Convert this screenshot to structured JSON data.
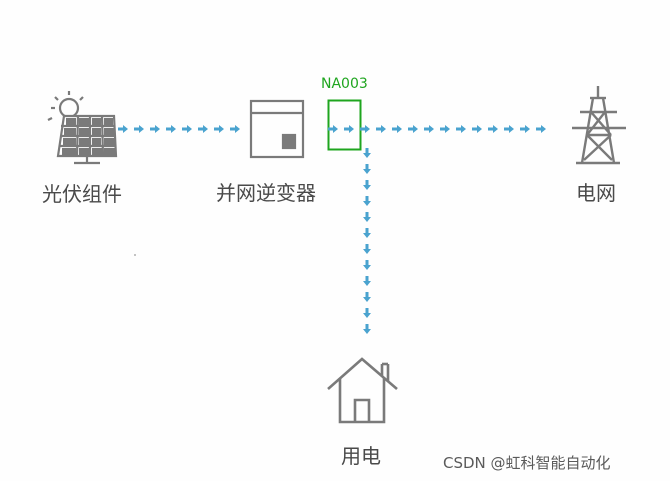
{
  "nodes": {
    "pv": {
      "label": "光伏组件",
      "icon": "solar-panel-icon"
    },
    "inverter": {
      "label": "并网逆变器",
      "icon": "inverter-icon"
    },
    "grid": {
      "label": "电网",
      "icon": "transmission-tower-icon"
    },
    "home": {
      "label": "用电",
      "icon": "house-icon"
    },
    "meter": {
      "label": "NA003",
      "icon": "meter-box-icon"
    }
  },
  "flows": [
    {
      "from": "pv",
      "to": "inverter"
    },
    {
      "from": "inverter",
      "to": "grid"
    },
    {
      "from": "meter",
      "to": "home"
    }
  ],
  "colors": {
    "arrow": "#4aa3cf",
    "icon": "#7a7a7a",
    "meter": "#1fa51f",
    "text": "#4a4a4a"
  },
  "watermark": "CSDN @虹科智能自动化"
}
